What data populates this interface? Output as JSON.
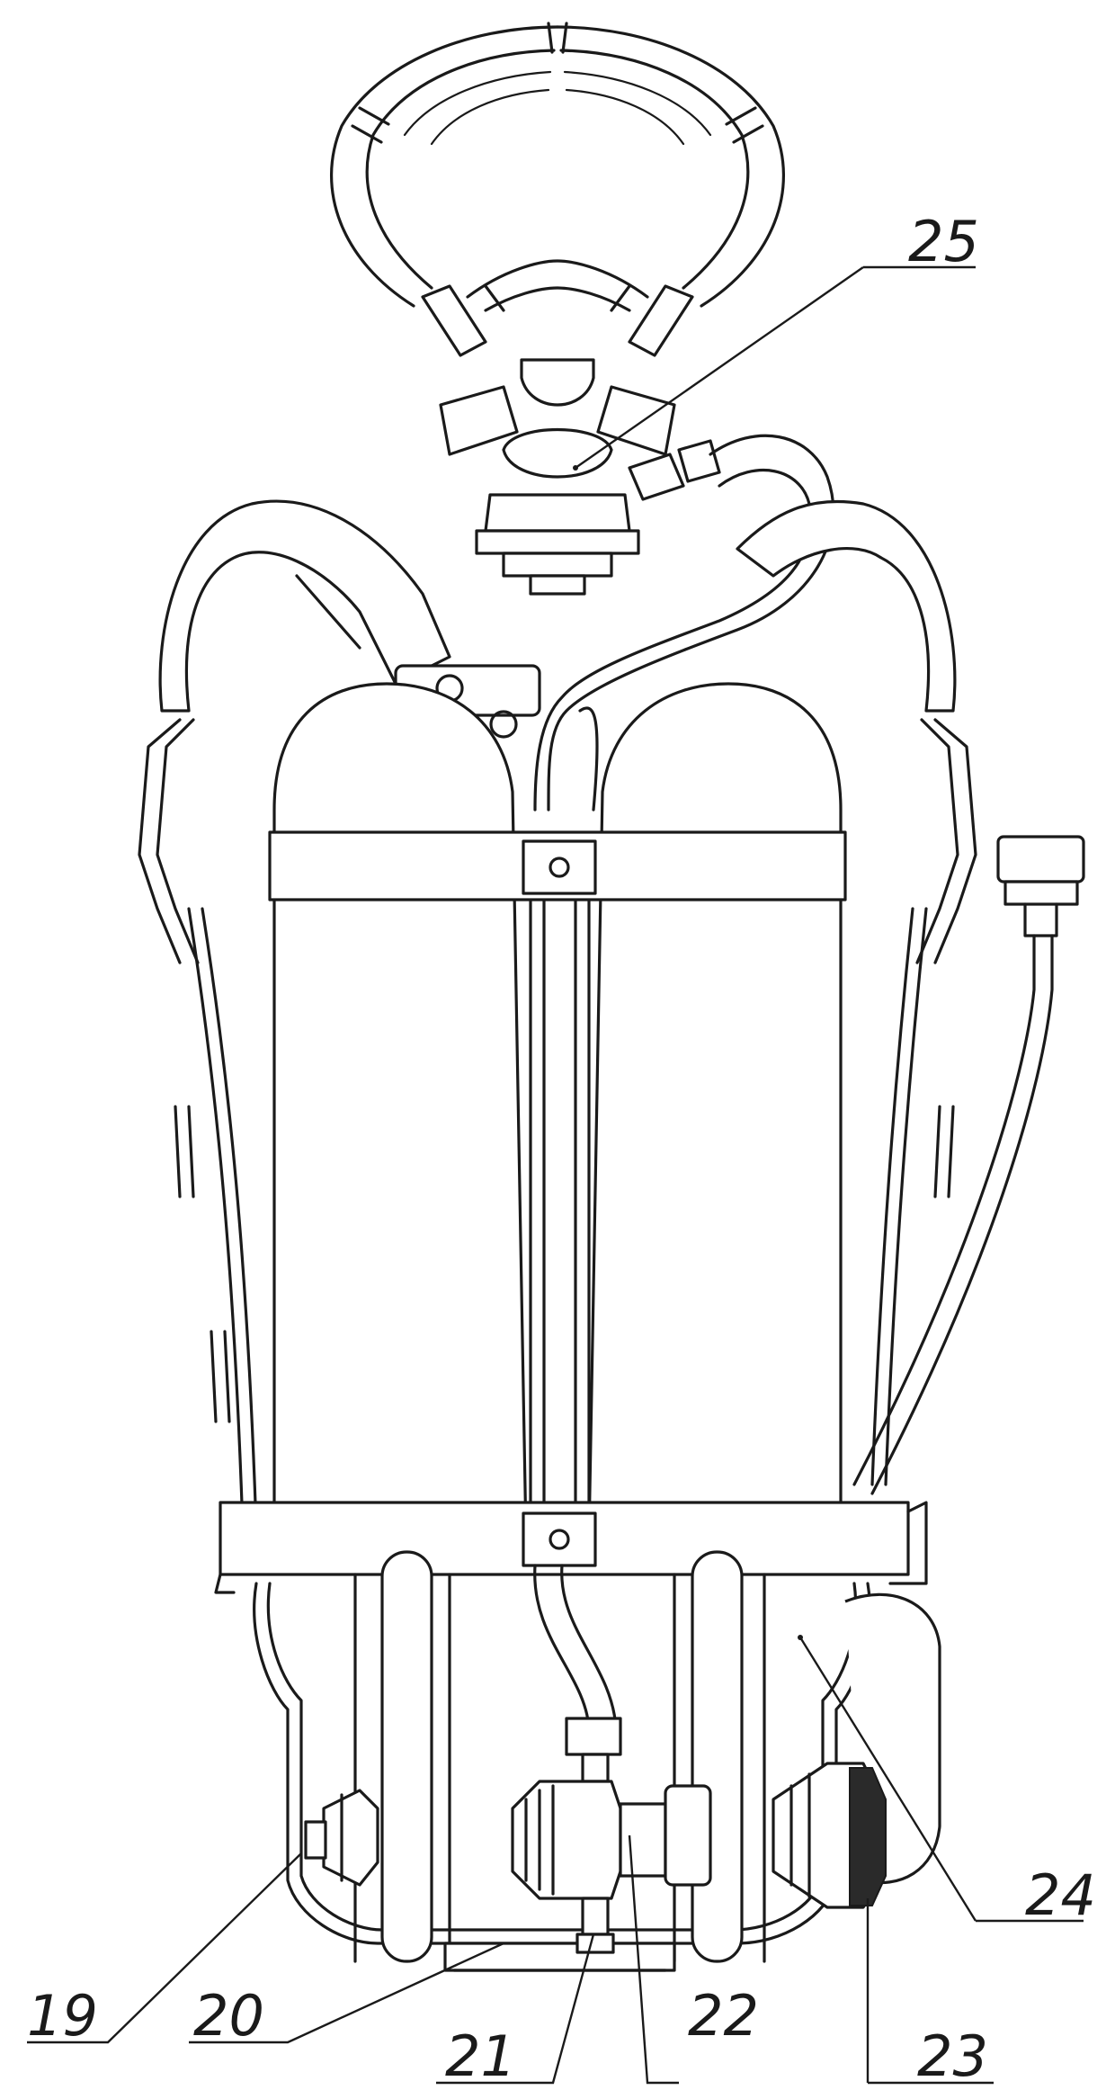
{
  "callouts": [
    {
      "id": "c19",
      "label": "19"
    },
    {
      "id": "c20",
      "label": "20"
    },
    {
      "id": "c21",
      "label": "21"
    },
    {
      "id": "c22",
      "label": "22"
    },
    {
      "id": "c23",
      "label": "23"
    },
    {
      "id": "c24",
      "label": "24"
    },
    {
      "id": "c25",
      "label": "25"
    }
  ]
}
